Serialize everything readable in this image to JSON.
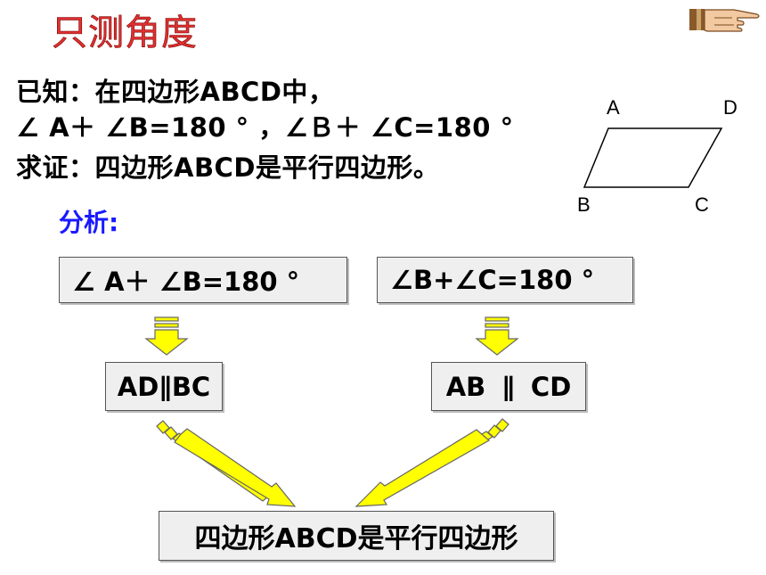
{
  "slide": {
    "title": "只测角度",
    "given_label": "已知：在四边形ABCD中，",
    "condition": "∠ A＋ ∠B=180 ° ，∠Ｂ＋ ∠C=180 °",
    "prove": "求证：四边形ABCD是平行四边形。",
    "analysis_label": "分析:"
  },
  "figure": {
    "vertex_a": "A",
    "vertex_b": "B",
    "vertex_c": "C",
    "vertex_d": "D"
  },
  "flow": {
    "premise_1": "∠ A＋ ∠B=180 °",
    "premise_2": "∠B+∠C=180 °",
    "result_1": "AD∥BC",
    "result_2": "AB ∥ CD",
    "conclusion": "四边形ABCD是平行四边形"
  },
  "colors": {
    "title": "#e03030",
    "analysis": "#1a1aff",
    "arrow_fill": "#ffff00",
    "box_fill": "#efefef"
  },
  "icons": {
    "pointer": "pointing-hand-icon"
  }
}
